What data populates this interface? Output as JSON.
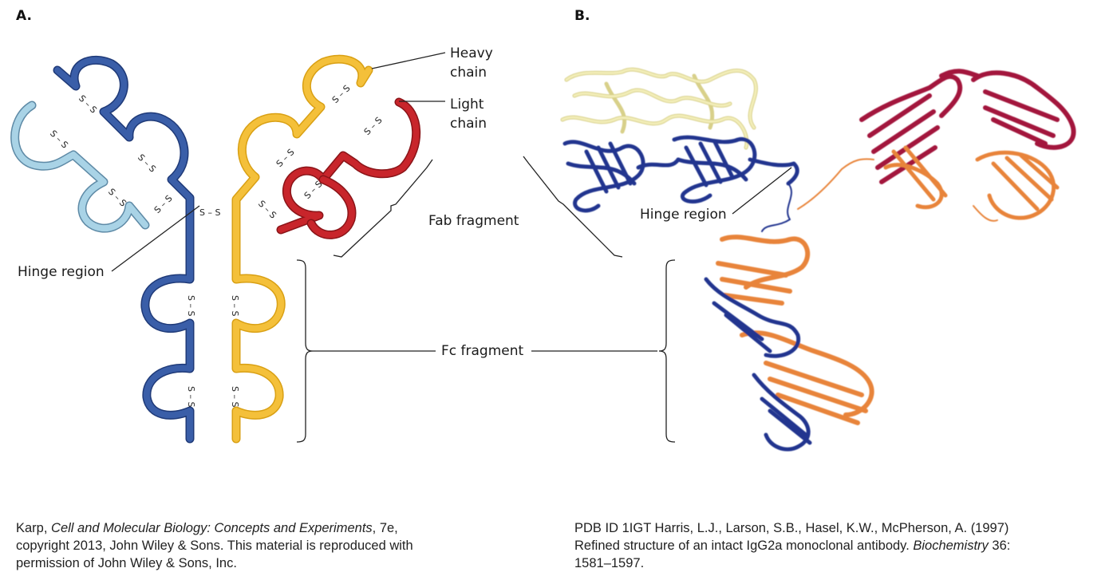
{
  "panels": {
    "a": "A.",
    "b": "B."
  },
  "labels": {
    "heavy_1": "Heavy",
    "heavy_2": "chain",
    "light_1": "Light",
    "light_2": "chain",
    "fab": "Fab fragment",
    "fc": "Fc fragment",
    "hinge_a": "Hinge region",
    "hinge_b": "Hinge region",
    "ss": "S – S"
  },
  "colors": {
    "heavy_left": "#3a5ea8",
    "light_left": "#a9d3e6",
    "heavy_right": "#f4c03a",
    "light_right": "#c8252b",
    "structure_pale": "#efe9ad",
    "structure_blue": "#22368f",
    "structure_orange": "#e8843a",
    "structure_crimson": "#a3163c"
  },
  "caption_left": {
    "p1": "Karp, ",
    "italic": "Cell and Molecular Biology: Concepts and Experiments",
    "p2": ", 7e,",
    "line2": "copyright 2013, John Wiley & Sons. This material is reproduced with",
    "line3": "permission of John Wiley & Sons, Inc."
  },
  "caption_right": {
    "line1": "PDB ID 1IGT Harris, L.J., Larson, S.B., Hasel, K.W., McPherson, A. (1997)",
    "p1": "Refined structure of an intact IgG2a monoclonal antibody. ",
    "italic": "Biochemistry",
    "p2": " 36:",
    "line3": "1581–1597."
  }
}
